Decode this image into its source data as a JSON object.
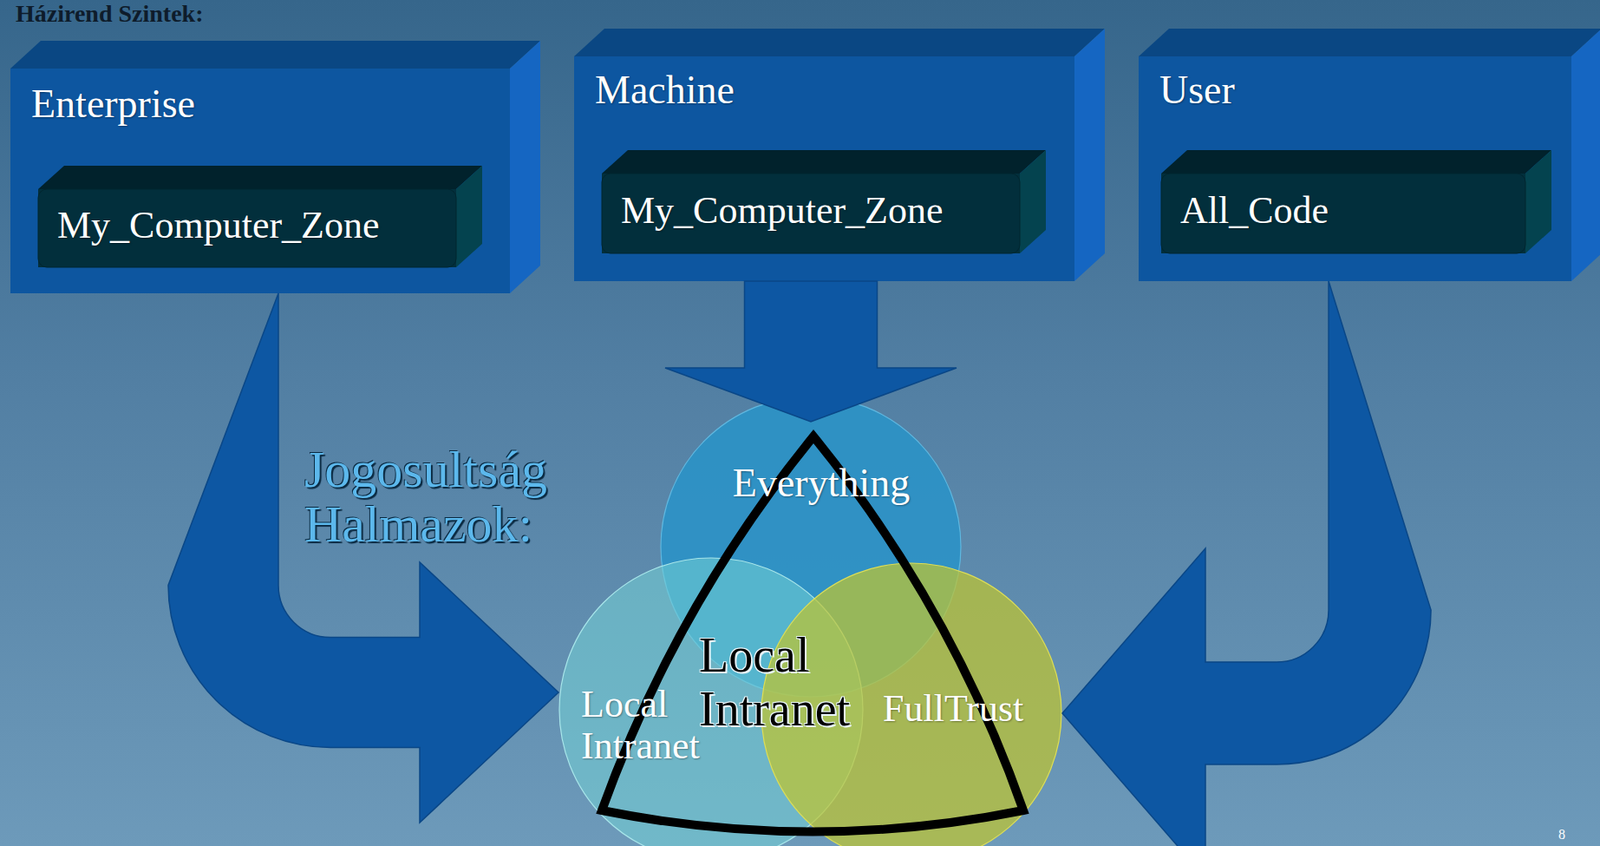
{
  "diagram": {
    "title": "Házirend Szintek:",
    "nodes": [
      {
        "text": [
          "Enterprise"
        ]
      },
      {
        "text": [
          "My_Computer_Zone"
        ],
        "in": 0
      },
      {
        "text": [
          "Machine"
        ]
      },
      {
        "text": [
          "My_Computer_Zone"
        ],
        "in": 2
      },
      {
        "text": [
          "User"
        ]
      },
      {
        "text": [
          "All_Code"
        ],
        "in": 4
      },
      {
        "text": [
          "Everything"
        ]
      },
      {
        "text": [
          "Local Intranet"
        ]
      },
      {
        "text": [
          "FullTrust"
        ]
      },
      {
        "text": [
          "Local Intranet"
        ]
      }
    ],
    "edges": [
      {
        "from": 0,
        "to": 7,
        "arrow": "to"
      },
      {
        "from": 2,
        "to": 6,
        "arrow": "to"
      },
      {
        "from": 4,
        "to": 8,
        "arrow": "to"
      }
    ],
    "labels": [
      "Jogosultság Halmazok:",
      "8"
    ]
  }
}
